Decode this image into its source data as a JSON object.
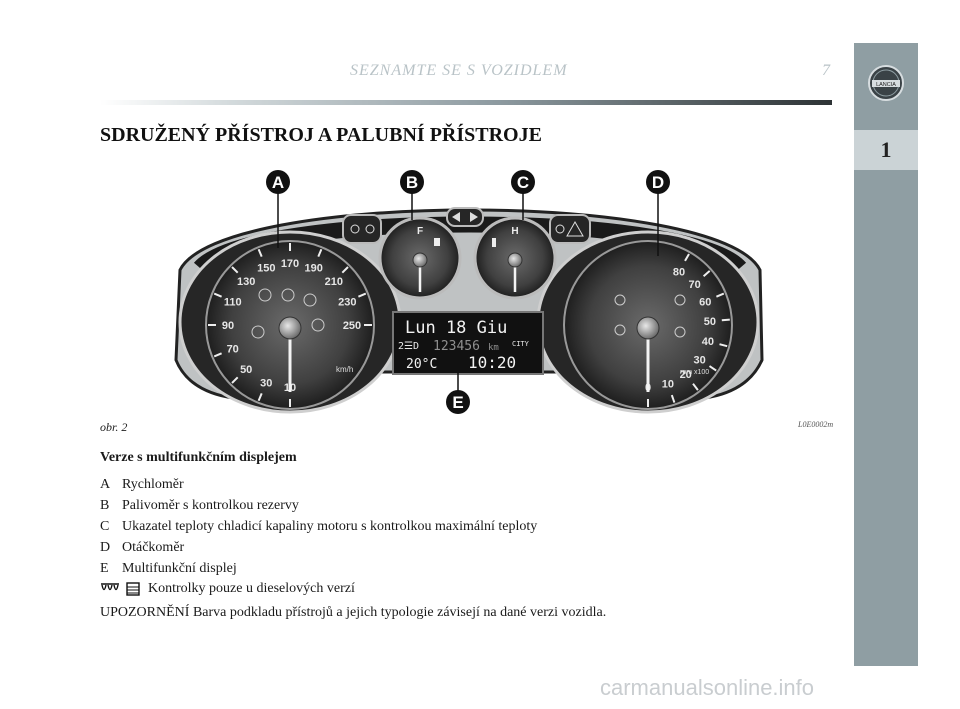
{
  "header": {
    "title": "SEZNAMTE SE S VOZIDLEM",
    "page_number": "7"
  },
  "side_tab": {
    "logo": "lancia-logo",
    "logo_text": "LANCIA",
    "chapter": "1"
  },
  "section_title": "SDRUŽENÝ PŘÍSTROJ A PALUBNÍ PŘÍSTROJE",
  "figure": {
    "callouts": [
      "A",
      "B",
      "C",
      "D",
      "E"
    ],
    "speedometer": {
      "ticks": [
        "10",
        "30",
        "50",
        "70",
        "90",
        "110",
        "130",
        "150",
        "170",
        "190",
        "210",
        "230",
        "250"
      ],
      "unit": "km/h"
    },
    "fuel_gauge": {
      "label": "F"
    },
    "temp_gauge": {
      "label": "H"
    },
    "tachometer": {
      "ticks": [
        "0",
        "10",
        "20",
        "30",
        "40",
        "50",
        "60",
        "70",
        "80"
      ],
      "unit": "rpm x100"
    },
    "display": {
      "line1": "Lun 18 Giu",
      "gear": "2☰D",
      "odometer": "123456",
      "odo_unit": "km",
      "mode": "CITY",
      "temperature": "20°C",
      "time": "10:20"
    },
    "caption": "obr. 2",
    "code": "L0E0002m"
  },
  "legend": {
    "heading": "Verze s multifunkčním displejem",
    "items": [
      {
        "key": "A",
        "text": "Rychloměr"
      },
      {
        "key": "B",
        "text": "Palivoměr s kontrolkou rezervy"
      },
      {
        "key": "C",
        "text": "Ukazatel teploty chladicí kapaliny motoru s kontrolkou maximální teploty"
      },
      {
        "key": "D",
        "text": "Otáčkoměr"
      },
      {
        "key": "E",
        "text": "Multifunkční displej"
      }
    ],
    "diesel_note": "Kontrolky pouze u dieselových verzí",
    "warning": "UPOZORNĚNÍ Barva podkladu přístrojů a jejich typologie závisejí na dané verzi vozidla."
  },
  "watermark": "carmanualsonline.info"
}
